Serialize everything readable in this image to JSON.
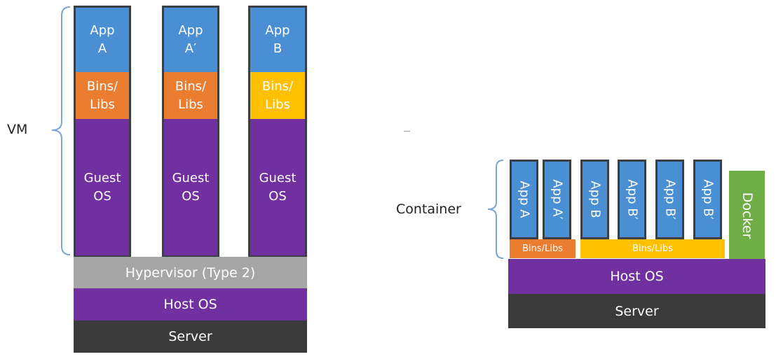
{
  "vm": {
    "label": "VM",
    "columns": [
      {
        "app": "App A",
        "app_line1": "App",
        "app_line2": "A",
        "bins_line1": "Bins/",
        "bins_line2": "Libs",
        "guest_line1": "Guest",
        "guest_line2": "OS",
        "bins_color": "#ea7d2f"
      },
      {
        "app_line1": "App",
        "app_line2": "A′",
        "bins_line1": "Bins/",
        "bins_line2": "Libs",
        "guest_line1": "Guest",
        "guest_line2": "OS",
        "bins_color": "#ea7d2f"
      },
      {
        "app_line1": "App",
        "app_line2": "B",
        "bins_line1": "Bins/",
        "bins_line2": "Libs",
        "guest_line1": "Guest",
        "guest_line2": "OS",
        "bins_color": "#ffc000"
      }
    ],
    "hypervisor": "Hypervisor (Type 2)",
    "host_os": "Host OS",
    "server": "Server"
  },
  "container": {
    "label": "Container",
    "apps": [
      "App A",
      "App A′",
      "App B",
      "App B′",
      "App B′",
      "App B′"
    ],
    "bins_left": "Bins/Libs",
    "bins_right": "Bins/Libs",
    "docker": "Docker",
    "host_os": "Host OS",
    "server": "Server"
  },
  "colors": {
    "app": "#4a8fd3",
    "bins_orange": "#ea7d2f",
    "bins_yellow": "#ffc000",
    "os_purple": "#7030a0",
    "hypervisor_gray": "#a6a6a6",
    "server_dark": "#3a3a3a",
    "docker_green": "#70ad47"
  }
}
